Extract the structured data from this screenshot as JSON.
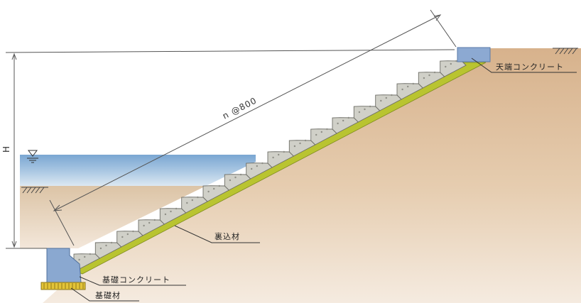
{
  "dimension_spacing": "n @800",
  "dimension_height": "H",
  "labels": {
    "crown_concrete": "天端コンクリート",
    "backfill": "裏込材",
    "foundation_concrete": "基礎コンクリート",
    "foundation_material": "基礎材"
  },
  "colors": {
    "water": "#8fb4d8",
    "earth": "#d9b690",
    "backfill": "#b7c434",
    "concrete": "#8aa8cf",
    "blocks": "#cfcfc7",
    "foundation_material": "#e0c23a"
  },
  "icons": {
    "water_level": "inverted-triangle-water-mark",
    "ground": "hatched-ground-mark"
  },
  "block_count": 18
}
